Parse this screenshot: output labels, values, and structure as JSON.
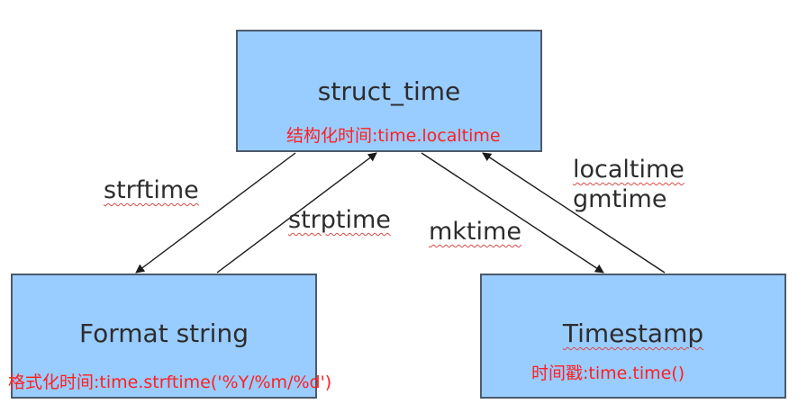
{
  "nodes": {
    "struct_time": {
      "title": "struct_time",
      "subtitle": "结构化时间:time.localtime"
    },
    "format_string": {
      "title": "Format string",
      "subtitle": "格式化时间:time.strftime('%Y/%m/%d')"
    },
    "timestamp": {
      "title": "Timestamp",
      "subtitle": "时间戳:time.time()"
    }
  },
  "edges": {
    "strftime": "strftime",
    "strptime": "strptime",
    "mktime": "mktime",
    "localtime": "localtime",
    "gmtime": "gmtime"
  },
  "colors": {
    "box_fill": "#99ccff",
    "box_border": "#4d5a6b",
    "subtitle_text": "#ff2020",
    "arrow": "#1a1a1a"
  }
}
